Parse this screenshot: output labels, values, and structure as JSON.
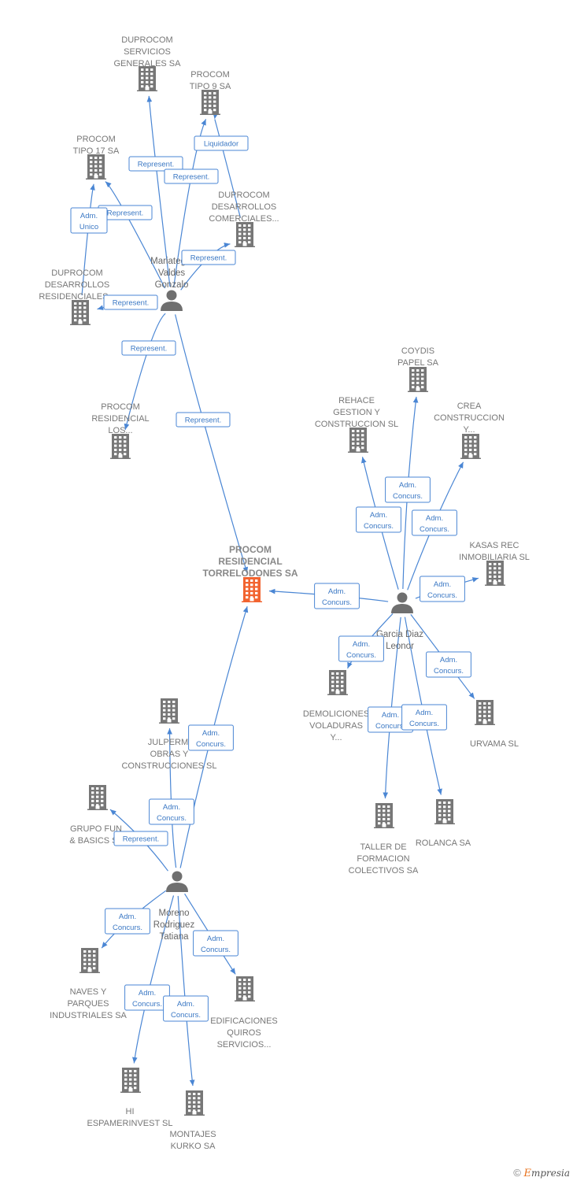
{
  "colors": {
    "building": "#777777",
    "building_main": "#f26430",
    "person": "#6f6f6f",
    "edge": "#4a86d4"
  },
  "companies": [
    {
      "id": "duprocom_servicios",
      "lines": [
        "DUPROCOM",
        "SERVICIOS",
        "GENERALES SA"
      ]
    },
    {
      "id": "procom_tipo9",
      "lines": [
        "PROCOM",
        "TIPO 9 SA"
      ]
    },
    {
      "id": "procom_tipo17",
      "lines": [
        "PROCOM",
        "TIPO 17 SA"
      ]
    },
    {
      "id": "duprocom_comerciales",
      "lines": [
        "DUPROCOM",
        "DESARROLLOS",
        "COMERCIALES..."
      ]
    },
    {
      "id": "duprocom_residenciales",
      "lines": [
        "DUPROCOM",
        "DESARROLLOS",
        "RESIDENCIALES..."
      ]
    },
    {
      "id": "procom_residencial_los",
      "lines": [
        "PROCOM",
        "RESIDENCIAL",
        "LOS..."
      ]
    },
    {
      "id": "procom_main",
      "lines": [
        "PROCOM",
        "RESIDENCIAL",
        "TORRELODONES SA"
      ],
      "main": true
    },
    {
      "id": "coydis",
      "lines": [
        "COYDIS",
        "PAPEL SA"
      ]
    },
    {
      "id": "rehace",
      "lines": [
        "REHACE",
        "GESTION Y",
        "CONSTRUCCION SL"
      ]
    },
    {
      "id": "crea",
      "lines": [
        "CREA",
        "CONSTRUCCION",
        "Y..."
      ]
    },
    {
      "id": "kasas",
      "lines": [
        "KASAS REC",
        "INMOBILIARIA SL"
      ]
    },
    {
      "id": "demoliciones",
      "lines": [
        "DEMOLICIONES",
        "VOLADURAS",
        "Y..."
      ]
    },
    {
      "id": "urvama",
      "lines": [
        "URVAMA SL"
      ]
    },
    {
      "id": "taller",
      "lines": [
        "TALLER DE",
        "FORMACION",
        "COLECTIVOS SA"
      ]
    },
    {
      "id": "rolanca",
      "lines": [
        "ROLANCA SA"
      ]
    },
    {
      "id": "julpermi",
      "lines": [
        "JULPERMI",
        "OBRAS Y",
        "CONSTRUCCIONES SL"
      ]
    },
    {
      "id": "grupo_fun",
      "lines": [
        "GRUPO FUN",
        "& BASICS SL"
      ]
    },
    {
      "id": "naves",
      "lines": [
        "NAVES Y",
        "PARQUES",
        "INDUSTRIALES SA"
      ]
    },
    {
      "id": "edificaciones",
      "lines": [
        "EDIFICACIONES",
        "QUIROS",
        "SERVICIOS..."
      ]
    },
    {
      "id": "hi_espamerinvest",
      "lines": [
        "HI",
        "ESPAMERINVEST SL"
      ]
    },
    {
      "id": "montajes",
      "lines": [
        "MONTAJES",
        "KURKO SA"
      ]
    }
  ],
  "persons": [
    {
      "id": "mariategui",
      "lines": [
        "Mariategui",
        "Valdes",
        "Gonzalo"
      ]
    },
    {
      "id": "garcia",
      "lines": [
        "Garcia Diaz",
        "Leonor"
      ]
    },
    {
      "id": "moreno",
      "lines": [
        "Moreno",
        "Rodriguez",
        "Tatiana"
      ]
    }
  ],
  "edges": [
    {
      "from": "mariategui",
      "to": "duprocom_servicios",
      "label": [
        "Represent."
      ]
    },
    {
      "from": "mariategui",
      "to": "procom_tipo9",
      "label": [
        "Represent."
      ]
    },
    {
      "from": "duprocom_comerciales",
      "to": "procom_tipo9",
      "label": [
        "Liquidador"
      ]
    },
    {
      "from": "mariategui",
      "to": "procom_tipo17",
      "label": [
        "Represent."
      ]
    },
    {
      "from": "duprocom_residenciales",
      "to": "procom_tipo17",
      "label": [
        "Adm.",
        "Unico"
      ]
    },
    {
      "from": "mariategui",
      "to": "duprocom_comerciales",
      "label": [
        "Represent."
      ]
    },
    {
      "from": "mariategui",
      "to": "duprocom_residenciales",
      "label": [
        "Represent."
      ]
    },
    {
      "from": "mariategui",
      "to": "procom_residencial_los",
      "label": [
        "Represent."
      ]
    },
    {
      "from": "mariategui",
      "to": "procom_main",
      "label": [
        "Represent."
      ]
    },
    {
      "from": "garcia",
      "to": "procom_main",
      "label": [
        "Adm.",
        "Concurs."
      ]
    },
    {
      "from": "garcia",
      "to": "coydis",
      "label": [
        "Adm.",
        "Concurs."
      ]
    },
    {
      "from": "garcia",
      "to": "rehace",
      "label": [
        "Adm.",
        "Concurs."
      ]
    },
    {
      "from": "garcia",
      "to": "crea",
      "label": [
        "Adm.",
        "Concurs."
      ]
    },
    {
      "from": "garcia",
      "to": "kasas",
      "label": [
        "Adm.",
        "Concurs."
      ]
    },
    {
      "from": "garcia",
      "to": "demoliciones",
      "label": [
        "Adm.",
        "Concurs."
      ]
    },
    {
      "from": "garcia",
      "to": "urvama",
      "label": [
        "Adm.",
        "Concurs."
      ]
    },
    {
      "from": "garcia",
      "to": "taller",
      "label": [
        "Adm.",
        "Concurs."
      ]
    },
    {
      "from": "garcia",
      "to": "rolanca",
      "label": [
        "Adm.",
        "Concurs."
      ]
    },
    {
      "from": "moreno",
      "to": "procom_main",
      "label": [
        "Adm.",
        "Concurs."
      ]
    },
    {
      "from": "moreno",
      "to": "julpermi",
      "label": [
        "Adm.",
        "Concurs."
      ]
    },
    {
      "from": "moreno",
      "to": "grupo_fun",
      "label": [
        "Represent."
      ]
    },
    {
      "from": "moreno",
      "to": "naves",
      "label": [
        "Adm.",
        "Concurs."
      ]
    },
    {
      "from": "moreno",
      "to": "edificaciones",
      "label": [
        "Adm.",
        "Concurs."
      ]
    },
    {
      "from": "moreno",
      "to": "hi_espamerinvest",
      "label": [
        "Adm.",
        "Concurs."
      ]
    },
    {
      "from": "moreno",
      "to": "montajes",
      "label": [
        "Adm.",
        "Concurs."
      ]
    }
  ],
  "footer": {
    "copyright": "©",
    "brand_initial": "E",
    "brand_rest": "mpresia"
  }
}
